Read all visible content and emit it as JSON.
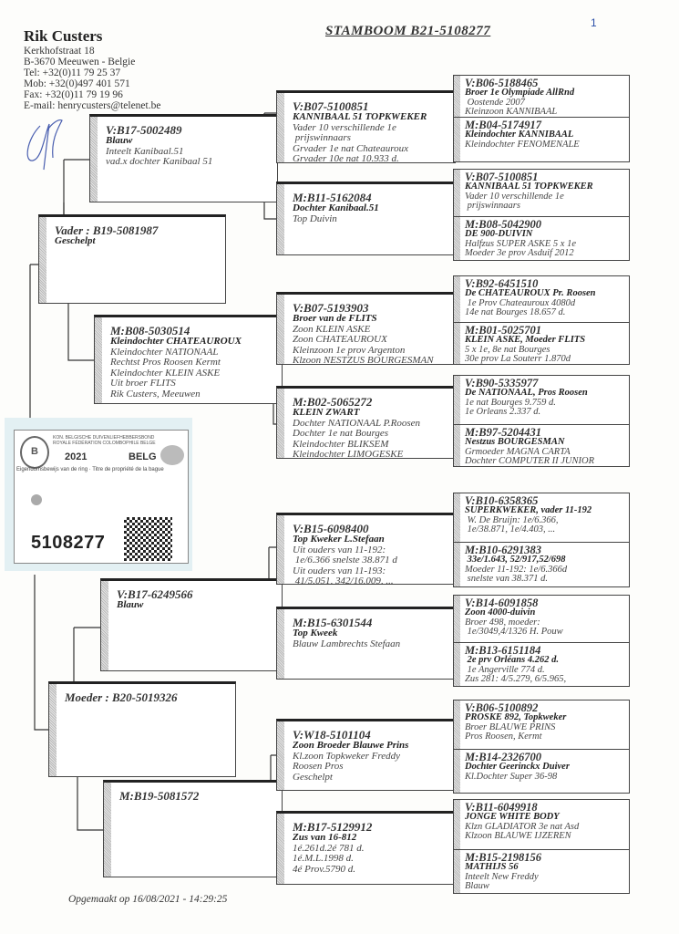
{
  "header": {
    "name": "Rik Custers",
    "lines": [
      "Kerkhofstraat 18",
      "B-3670 Meeuwen -  Belgie",
      "Tel:  +32(0)11 79 25 37",
      "Mob:  +32(0)497 401 571",
      "Fax:  +32(0)11 79 19 96",
      "E-mail: henrycusters@telenet.be"
    ]
  },
  "title": "STAMBOOM  B21-5108277",
  "page_number": "1",
  "ring_card": {
    "org_nl": "KON. BELGISCHE DUIVENLIEFHEBBERSBOND",
    "org_fr": "ROYALE FÉDÉRATION COLOMBOPHILE BELGE",
    "logo_letter": "B",
    "year": "2021",
    "country": "BELG",
    "ownership": "Eigendomsbewijs van de ring  ·  Titre de propriété de la bague",
    "ring_number": "5108277"
  },
  "parents": {
    "sire": {
      "id": "Vader : B19-5081987",
      "bold": "Geschelpt",
      "lines": []
    },
    "dam": {
      "id": "Moeder : B20-5019326",
      "bold": "",
      "lines": []
    }
  },
  "grandparents": [
    {
      "id": "V:B17-5002489",
      "bold": "Blauw",
      "lines": [
        "Inteelt Kanibaal.51",
        "vad.x dochter Kanibaal 51"
      ]
    },
    {
      "id": "M:B08-5030514",
      "bold": "Kleindochter CHATEAUROUX",
      "lines": [
        "Kleindochter NATIONAAL",
        "Rechtst Pros Roosen Kermt",
        "Kleindochter KLEIN ASKE",
        "Uit broer FLITS",
        "Rik Custers, Meeuwen"
      ]
    },
    {
      "id": "V:B17-6249566",
      "bold": "Blauw",
      "lines": []
    },
    {
      "id": "M:B19-5081572",
      "bold": "",
      "lines": []
    }
  ],
  "great_grandparents": [
    {
      "id": "V:B07-5100851",
      "bold": "KANNIBAAL 51 TOPKWEKER",
      "lines": [
        "Vader 10 verschillende 1e",
        " prijswinnaars",
        "Grvader 1e nat Chateauroux",
        "Grvader 10e nat 10.933 d."
      ]
    },
    {
      "id": "M:B11-5162084",
      "bold": "Dochter Kanibaal.51",
      "lines": [
        "Top Duivin"
      ]
    },
    {
      "id": "V:B07-5193903",
      "bold": "Broer van de FLITS",
      "lines": [
        "Zoon KLEIN ASKE",
        "Zoon CHATEAUROUX",
        "Kleinzoon 1e prov Argenton",
        "Klzoon NESTZUS BOURGESMAN"
      ]
    },
    {
      "id": "M:B02-5065272",
      "bold": "KLEIN ZWART",
      "lines": [
        "Dochter NATIONAAL P.Roosen",
        "Dochter 1e nat Bourges",
        "Kleindochter BLIKSEM",
        "Kleindochter LIMOGESKE"
      ]
    },
    {
      "id": "V:B15-6098400",
      "bold": "Top Kweker L.Stefaan",
      "lines": [
        "Uit ouders van 11-192:",
        " 1e/6.366 snelste 38.871 d",
        "Uit ouders van 11-193:",
        " 41/5.051, 342/16.009, ..."
      ]
    },
    {
      "id": "M:B15-6301544",
      "bold": "Top Kweek",
      "lines": [
        "Blauw Lambrechts Stefaan"
      ]
    },
    {
      "id": "V:W18-5101104",
      "bold": "Zoon Broeder Blauwe Prins",
      "lines": [
        "Kl.zoon Topkweker Freddy",
        "Roosen Pros",
        "Geschelpt"
      ]
    },
    {
      "id": "M:B17-5129912",
      "bold": "Zus van 16-812",
      "lines": [
        "1é.261d.2é 781 d.",
        "1é.M.L.1998 d.",
        "4é Prov.5790 d."
      ]
    }
  ],
  "great_great_grandparents": [
    {
      "id": "V:B06-5188465",
      "bold": "Broer 1e Olympiade AllRnd",
      "lines": [
        " Oostende 2007",
        "Kleinzoon KANNIBAAL"
      ]
    },
    {
      "id": "M:B04-5174917",
      "bold": "Kleindochter KANNIBAAL",
      "lines": [
        "Kleindochter FENOMENALE"
      ]
    },
    {
      "id": "V:B07-5100851",
      "bold": "KANNIBAAL 51 TOPKWEKER",
      "lines": [
        "Vader 10 verschillende 1e",
        " prijswinnaars"
      ]
    },
    {
      "id": "M:B08-5042900",
      "bold": "DE 900-DUIVIN",
      "lines": [
        "Halfzus SUPER ASKE 5 x 1e",
        "Moeder 3e prov Asduif 2012"
      ]
    },
    {
      "id": "V:B92-6451510",
      "bold": "De CHATEAUROUX Pr. Roosen",
      "lines": [
        " 1e Prov Chateauroux 4080d",
        "14e nat Bourges 18.657 d."
      ]
    },
    {
      "id": "M:B01-5025701",
      "bold": "KLEIN ASKE, Moeder FLITS",
      "lines": [
        "5 x 1e, 8e nat Bourges",
        "30e prov La Souterr 1.870d"
      ]
    },
    {
      "id": "V:B90-5335977",
      "bold": "De NATIONAAL, Pros Roosen",
      "lines": [
        "1e nat Bourges 9.759 d.",
        "1e Orleans 2.337 d."
      ]
    },
    {
      "id": "M:B97-5204431",
      "bold": "Nestzus BOURGESMAN",
      "lines": [
        "Grmoeder MAGNA CARTA",
        "Dochter COMPUTER II JUNIOR"
      ]
    },
    {
      "id": "V:B10-6358365",
      "bold": "SUPERKWEKER, vader 11-192",
      "lines": [
        " W. De Bruijn: 1e/6.366,",
        " 1e/38.871, 1e/4.403, ..."
      ]
    },
    {
      "id": "M:B10-6291383",
      "bold": " 33e/1.643, 52/917,52/698",
      "lines": [
        "Moeder 11-192: 1e/6.366d",
        " snelste van 38.371 d."
      ]
    },
    {
      "id": "V:B14-6091858",
      "bold": "Zoon 4000-duivin",
      "lines": [
        "Broer 498, moeder:",
        " 1e/3049,4/1326 H. Pouw"
      ]
    },
    {
      "id": "M:B13-6151184",
      "bold": " 2e prv Orléans 4.262 d.",
      "lines": [
        " 1e Angerville    774 d.",
        "Zus 281: 4/5.279, 6/5.965,"
      ]
    },
    {
      "id": "V:B06-5100892",
      "bold": "PROSKE 892, Topkweker",
      "lines": [
        "Broer BLAUWE PRINS",
        "Pros Roosen, Kermt"
      ]
    },
    {
      "id": "M:B14-2326700",
      "bold": "Dochter Geerinckx Duiver",
      "lines": [
        "Kl.Dochter Super 36-98"
      ]
    },
    {
      "id": "V:B11-6049918",
      "bold": "JONGE WHITE BODY",
      "lines": [
        "Klzn GLADIATOR 3e nat Asd",
        "Klzoon BLAUWE IJZEREN"
      ]
    },
    {
      "id": "M:B15-2198156",
      "bold": "MATHIJS 56",
      "lines": [
        "Inteelt New  Freddy",
        "Blauw"
      ]
    }
  ],
  "footer": "Opgemaakt op 16/08/2021 - 14:29:25",
  "colors": {
    "ink": "#222222",
    "signature": "#4a5fb0",
    "ring_card_bg": "#e3f0f3"
  }
}
